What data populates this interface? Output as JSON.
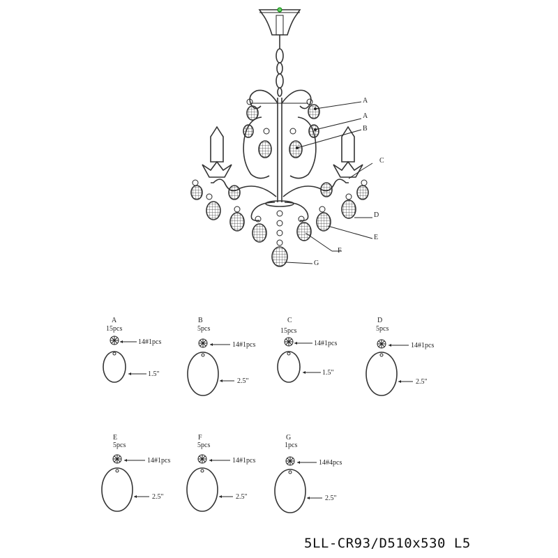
{
  "drawing": {
    "callouts": [
      "A",
      "A",
      "B",
      "C",
      "D",
      "E",
      "F",
      "G"
    ],
    "parts": [
      {
        "id": "A",
        "letter": "A",
        "qty": "15pcs",
        "bead": "14#1pcs",
        "size": "1.5\""
      },
      {
        "id": "B",
        "letter": "B",
        "qty": "5pcs",
        "bead": "14#1pcs",
        "size": "2.5\""
      },
      {
        "id": "C",
        "letter": "C",
        "qty": "15pcs",
        "bead": "14#1pcs",
        "size": "1.5\""
      },
      {
        "id": "D",
        "letter": "D",
        "qty": "5pcs",
        "bead": "14#1pcs",
        "size": "2.5\""
      },
      {
        "id": "E",
        "letter": "E",
        "qty": "5pcs",
        "bead": "14#1pcs",
        "size": "2.5\""
      },
      {
        "id": "F",
        "letter": "F",
        "qty": "5pcs",
        "bead": "14#1pcs",
        "size": "2.5\""
      },
      {
        "id": "G",
        "letter": "G",
        "qty": "1pcs",
        "bead": "14#4pcs",
        "size": "2.5\""
      }
    ],
    "model_code": "5LL-CR93/D510x530 L5"
  }
}
